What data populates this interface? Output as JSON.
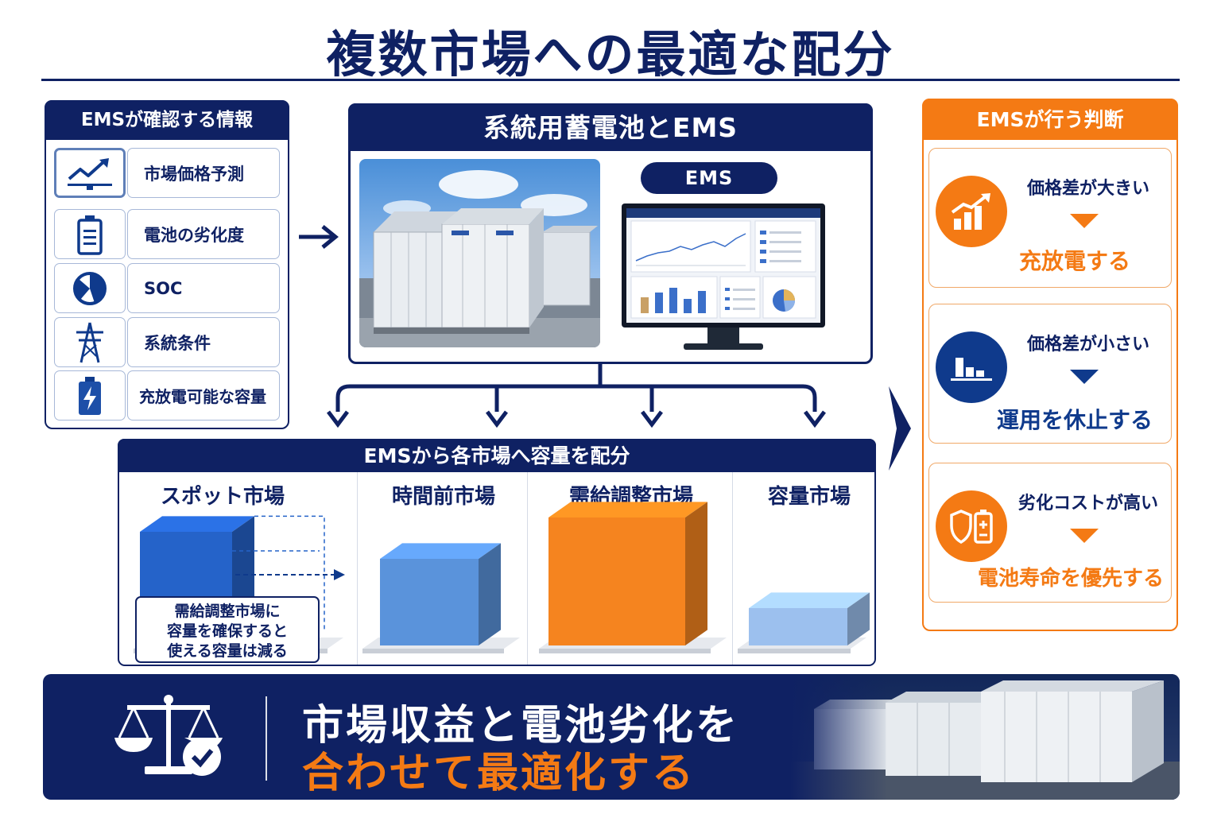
{
  "title": "複数市場への最適な配分",
  "inputs_panel": {
    "header": "EMSが確認する情報",
    "items": [
      {
        "label": "市場価格予測",
        "icon": "trend-chart-icon"
      },
      {
        "label": "電池の劣化度",
        "icon": "battery-icon"
      },
      {
        "label": "SOC",
        "icon": "pie-chart-icon"
      },
      {
        "label": "系統条件",
        "icon": "transmission-tower-icon"
      },
      {
        "label": "充放電可能な容量",
        "icon": "battery-charge-icon"
      }
    ]
  },
  "center_panel": {
    "header": "系統用蓄電池とEMS",
    "ems_label": "EMS"
  },
  "allocation_panel": {
    "header": "EMSから各市場へ容量を配分",
    "markets": [
      {
        "name": "スポット市場",
        "level": 0.55,
        "color": "#2563c9"
      },
      {
        "name": "時間前市場",
        "level": 0.42,
        "color": "#5a93db"
      },
      {
        "name": "需給調整市場",
        "level": 0.62,
        "color": "#f5841f"
      },
      {
        "name": "容量市場",
        "level": 0.18,
        "color": "#9cc0ee"
      }
    ],
    "note_lines": [
      "需給調整市場に",
      "容量を確保すると",
      "使える容量は減る"
    ]
  },
  "decision_panel": {
    "header": "EMSが行う判断",
    "items": [
      {
        "condition": "価格差が大きい",
        "result": "充放電する",
        "result_color": "#f47a14",
        "icon": "bar-growth-icon"
      },
      {
        "condition": "価格差が小さい",
        "result": "運用を休止する",
        "result_color": "#0f3a8c",
        "icon": "low-bars-icon"
      },
      {
        "condition": "劣化コストが高い",
        "result": "電池寿命を優先する",
        "result_color": "#f47a14",
        "icon": "shield-battery-icon"
      }
    ]
  },
  "banner": {
    "line1": "市場収益と電池劣化を",
    "line2": "合わせて最適化する",
    "icon": "balance-scale-check-icon"
  },
  "colors": {
    "navy": "#0f2163",
    "orange": "#f47a14",
    "blue": "#2563c9"
  }
}
